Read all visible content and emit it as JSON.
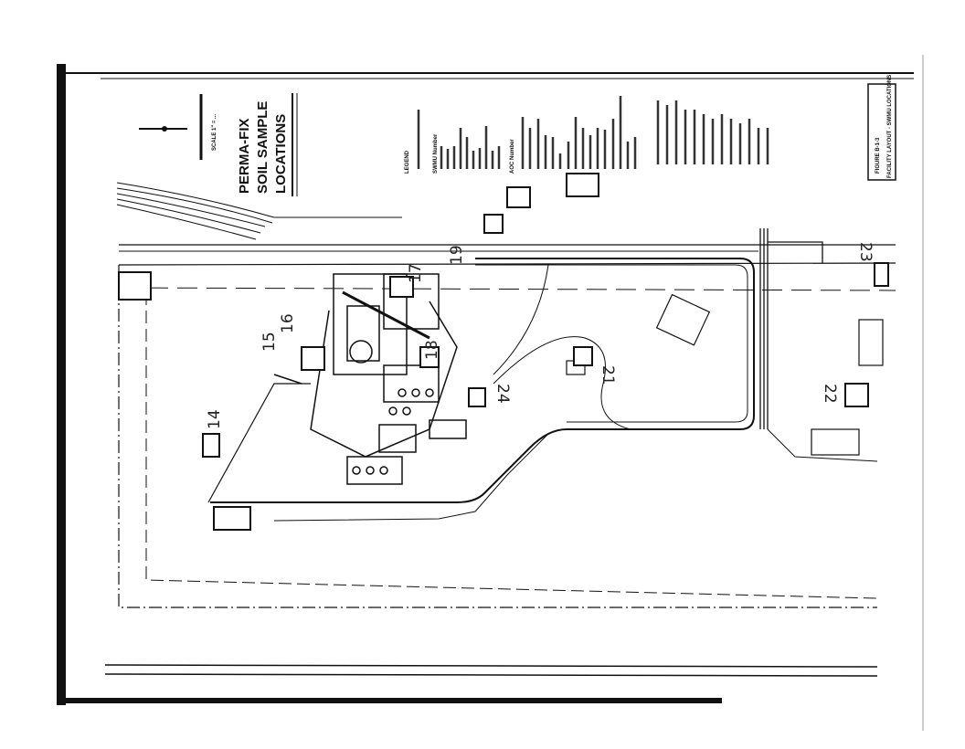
{
  "document": {
    "title_lines": [
      "PERMA-FIX",
      "SOIL SAMPLE",
      "LOCATIONS"
    ],
    "scale_label": "SCALE 1\" = ...",
    "legend": {
      "heading": "LEGEND",
      "swmu_heading": "SWMU Number",
      "aoc_heading": "AOC Number"
    },
    "title_block": {
      "figure": "FIGURE B-1-3",
      "caption": "FACILITY LAYOUT - SWMU LOCATIONS"
    },
    "sample_locations": [
      "14",
      "15",
      "16",
      "17",
      "18",
      "19",
      "21",
      "22",
      "23",
      "24"
    ]
  }
}
